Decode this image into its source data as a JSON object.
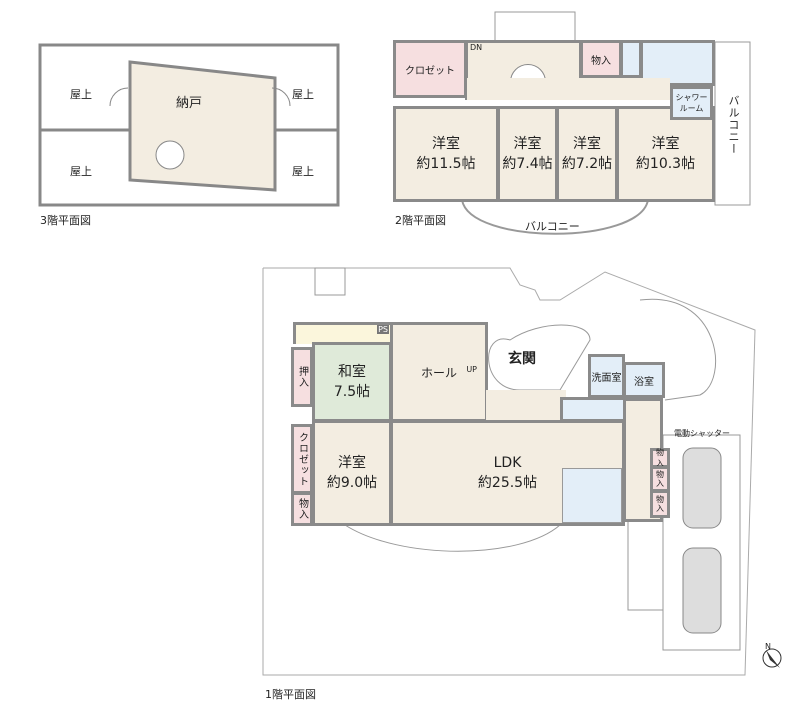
{
  "floor3": {
    "title": "3階平面図",
    "storage": "納戸",
    "roofs": [
      "屋上",
      "屋上",
      "屋上",
      "屋上"
    ]
  },
  "floor2": {
    "title": "2階平面図",
    "closet": "クロゼット",
    "dn": "DN",
    "storage": "物入",
    "shower": "シャワールーム",
    "rooms": [
      {
        "name": "洋室",
        "size": "約11.5帖"
      },
      {
        "name": "洋室",
        "size": "約7.4帖"
      },
      {
        "name": "洋室",
        "size": "約7.2帖"
      },
      {
        "name": "洋室",
        "size": "約10.3帖"
      }
    ],
    "balcony_right": "バルコニー",
    "balcony_bottom": "バルコニー"
  },
  "floor1": {
    "title": "1階平面図",
    "ps": "PS",
    "washitsu": {
      "name": "和室",
      "size": "7.5帖"
    },
    "oshiire": "押入",
    "hall": "ホール",
    "up": "UP",
    "genkan": "玄関",
    "washroom": "洗面室",
    "bath": "浴室",
    "closet": "クロゼット",
    "storage": "物入",
    "western": {
      "name": "洋室",
      "size": "約9.0帖"
    },
    "ldk": {
      "name": "LDK",
      "size": "約25.5帖"
    },
    "storage_right": [
      "物入",
      "物入",
      "物入"
    ],
    "shutter": "電動シャッター"
  },
  "compass": "N"
}
